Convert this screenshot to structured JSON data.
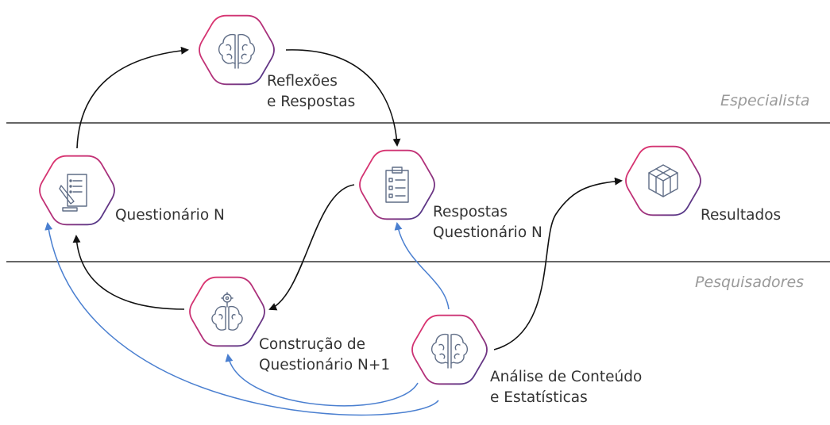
{
  "lanes": {
    "especialista": "Especialista",
    "pesquisadores": "Pesquisadores"
  },
  "nodes": {
    "reflexoes": {
      "line1": "Reflexões",
      "line2": "e Respostas",
      "icon": "brain-icon"
    },
    "questionario": {
      "line1": "Questionário N",
      "icon": "questionnaire-icon"
    },
    "respostas": {
      "line1": "Respostas",
      "line2": "Questionário N",
      "icon": "clipboard-checklist-icon"
    },
    "resultados": {
      "line1": "Resultados",
      "icon": "cube-icon"
    },
    "construcao": {
      "line1": "Construção de",
      "line2": "Questionário N+1",
      "icon": "brain-gear-icon"
    },
    "analise": {
      "line1": "Análise de Conteúdo",
      "line2": "e Estatísticas",
      "icon": "brain-icon"
    }
  },
  "colors": {
    "lane_line": "#333333",
    "arrow_black": "#111111",
    "arrow_blue": "#4a7fd0",
    "hex_pink": "#e8356d",
    "hex_navy": "#2f3a8c",
    "icon_stroke": "#5f6d86",
    "text": "#333333",
    "lane_label": "#9a9a9a"
  }
}
